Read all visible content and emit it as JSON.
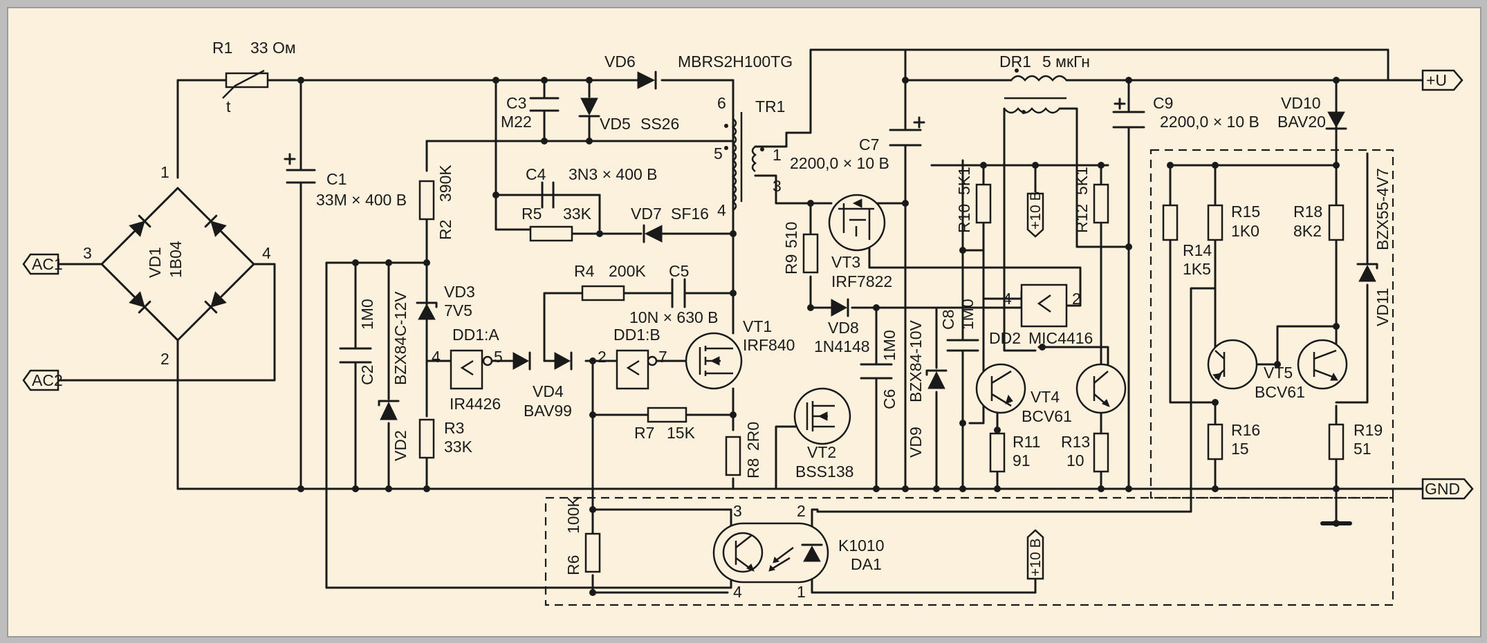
{
  "terminals": {
    "ac1": "AC1",
    "ac2": "AC2",
    "plus_u": "+U",
    "gnd": "GND"
  },
  "components": {
    "r1": {
      "ref": "R1",
      "value": "33 Ом",
      "t_mark": "t"
    },
    "c1": {
      "ref": "C1",
      "value": "33M × 400 B"
    },
    "vd1": {
      "ref": "VD1",
      "value": "1B04",
      "pin1": "1",
      "pin2": "2",
      "pin3": "3",
      "pin4": "4"
    },
    "r2": {
      "ref": "R2",
      "value": "390K"
    },
    "c2": {
      "ref": "C2",
      "value": "1M0"
    },
    "vd2": {
      "ref": "VD2",
      "value": "BZX84C-12V"
    },
    "vd3": {
      "ref": "VD3",
      "value": "7V5"
    },
    "r3": {
      "ref": "R3",
      "value": "33K"
    },
    "dd1a": {
      "ref": "DD1:A",
      "value": "IR4426",
      "pin_in": "4",
      "pin_out": "5"
    },
    "vd4": {
      "ref": "VD4",
      "value": "BAV99"
    },
    "dd1b": {
      "ref": "DD1:B",
      "pin_in": "2",
      "pin_out": "7"
    },
    "r4": {
      "ref": "R4",
      "value": "200K"
    },
    "c5": {
      "ref": "C5",
      "value": "10N × 630 B"
    },
    "r7": {
      "ref": "R7",
      "value": "15K"
    },
    "vt1": {
      "ref": "VT1",
      "value": "IRF840"
    },
    "r8": {
      "ref": "R8",
      "value": "2R0"
    },
    "r6": {
      "ref": "R6",
      "value": "100K"
    },
    "c3": {
      "ref": "C3",
      "value": "M22"
    },
    "vd5": {
      "ref": "VD5",
      "value": "SS26"
    },
    "vd6": {
      "ref": "VD6",
      "value": "MBRS2H100TG"
    },
    "c4": {
      "ref": "C4",
      "value": "3N3 × 400 B"
    },
    "r5": {
      "ref": "R5",
      "value": "33K"
    },
    "vd7": {
      "ref": "VD7",
      "value": "SF16"
    },
    "tr1": {
      "ref": "TR1",
      "pin6": "6",
      "pin5": "5",
      "pin4": "4",
      "pin1": "1",
      "pin3": "3"
    },
    "c7": {
      "ref": "C7",
      "value": "2200,0 × 10 B"
    },
    "r9": {
      "ref": "R9",
      "value": "510"
    },
    "vt3": {
      "ref": "VT3",
      "value": "IRF7822"
    },
    "vd8": {
      "ref": "VD8",
      "value": "1N4148"
    },
    "c6": {
      "ref": "C6",
      "value": "1M0"
    },
    "vd9": {
      "ref": "VD9",
      "value": "BZX84-10V"
    },
    "c8": {
      "ref": "C8",
      "value": "1M0"
    },
    "vt2": {
      "ref": "VT2",
      "value": "BSS138"
    },
    "dr1": {
      "ref": "DR1",
      "value": "5 мкГн"
    },
    "r10": {
      "ref": "R10",
      "value": "5K1"
    },
    "plus10_top": "+10 B",
    "r12": {
      "ref": "R12",
      "value": "5K1"
    },
    "c9": {
      "ref": "C9",
      "value": "2200,0 × 10 B"
    },
    "dd2": {
      "ref": "DD2",
      "value": "MIC4416",
      "pin4": "4",
      "pin2": "2"
    },
    "vt4": {
      "ref": "VT4",
      "value": "BCV61"
    },
    "r11": {
      "ref": "R11",
      "value": "91"
    },
    "r13": {
      "ref": "R13",
      "value": "10"
    },
    "vd10": {
      "ref": "VD10",
      "value": "BAV20"
    },
    "vd11": {
      "ref": "VD11",
      "value": "BZX55-4V7"
    },
    "r14": {
      "ref": "R14",
      "value": "1K5"
    },
    "r15": {
      "ref": "R15",
      "value": "1K0"
    },
    "r18": {
      "ref": "R18",
      "value": "8K2"
    },
    "vt5": {
      "ref": "VT5",
      "value": "BCV61"
    },
    "r16": {
      "ref": "R16",
      "value": "15"
    },
    "r19": {
      "ref": "R19",
      "value": "51"
    },
    "da1": {
      "ref": "DA1",
      "value": "K1010",
      "pin1": "1",
      "pin2": "2",
      "pin3": "3",
      "pin4": "4"
    },
    "plus10_bottom": "+10 B"
  }
}
